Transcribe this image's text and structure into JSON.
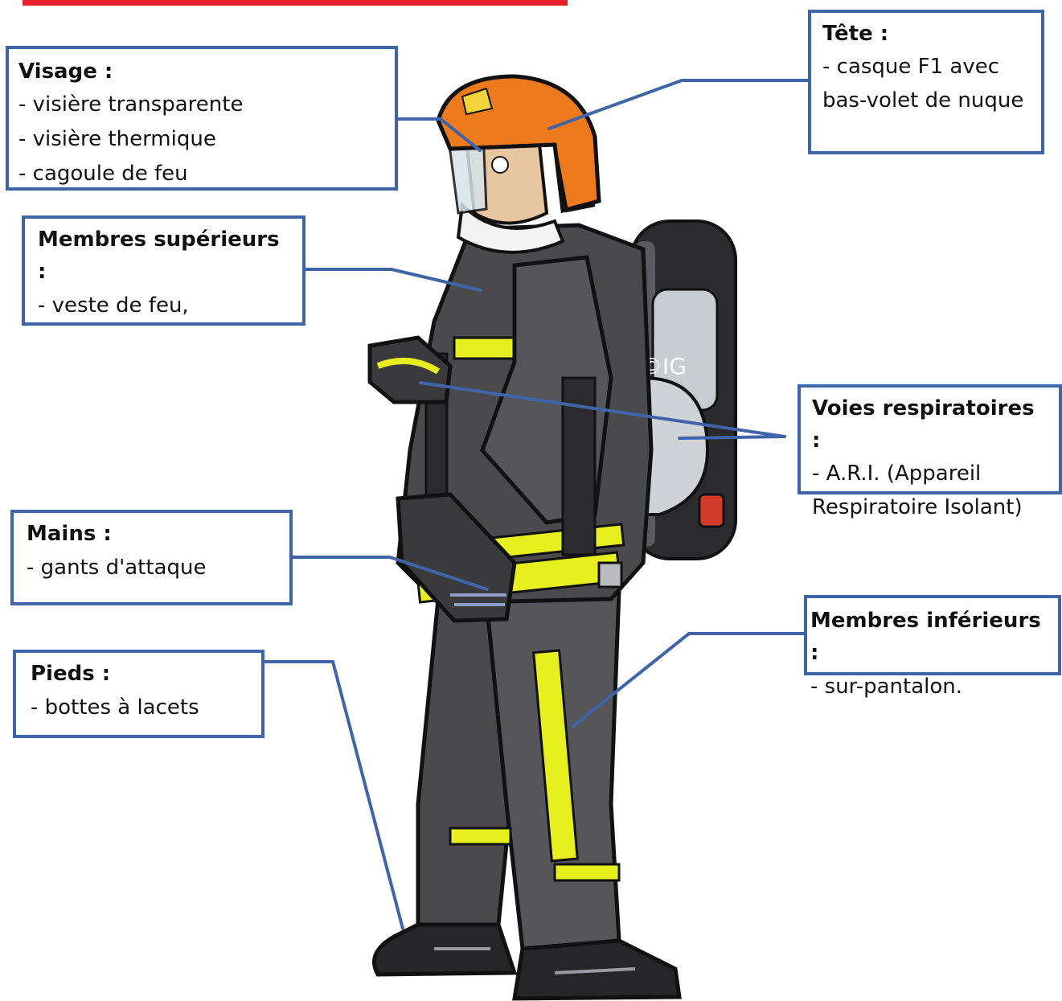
{
  "labels": {
    "tete": {
      "title": "Tête :",
      "lines": [
        "- casque F1 avec",
        "bas-volet de nuque"
      ]
    },
    "visage": {
      "title": "Visage :",
      "lines": [
        "- visière transparente",
        "- visière thermique",
        "- cagoule de feu"
      ]
    },
    "membres_superieurs": {
      "title": "Membres supérieurs :",
      "lines": [
        "- veste de feu,"
      ]
    },
    "voies_respiratoires": {
      "title": "Voies respiratoires :",
      "lines": [
        "- A.R.I. (Appareil",
        "Respiratoire Isolant)"
      ]
    },
    "mains": {
      "title": "Mains :",
      "lines": [
        "- gants d'attaque"
      ]
    },
    "membres_inferieurs": {
      "title": "Membres inférieurs :",
      "lines": [
        "- sur-pantalon."
      ]
    },
    "pieds": {
      "title": "Pieds :",
      "lines": [
        "- bottes à lacets"
      ]
    }
  },
  "illustration": {
    "watermark": "©IG"
  },
  "colors": {
    "border": "#3f64a8",
    "leader": "#3f64a8",
    "accent_red": "#e8202a",
    "gear": "#4a4a4c",
    "reflective": "#e7ef1e",
    "helmet": "#ee7a1e"
  }
}
